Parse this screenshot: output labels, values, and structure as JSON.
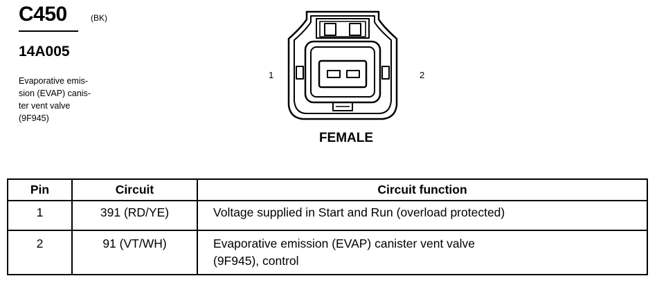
{
  "connector": {
    "id": "C450",
    "color_code": "(BK)",
    "part_number": "14A005",
    "description_lines": [
      "Evaporative emis-",
      "sion (EVAP) canis-",
      "ter vent valve",
      "(9F945)"
    ],
    "pin_left_label": "1",
    "pin_right_label": "2",
    "gender": "FEMALE"
  },
  "table": {
    "headers": [
      "Pin",
      "Circuit",
      "Circuit function"
    ],
    "rows": [
      {
        "pin": "1",
        "circuit": "391 (RD/YE)",
        "function_lines": [
          "Voltage supplied in Start and Run (overload protected)"
        ]
      },
      {
        "pin": "2",
        "circuit": "91 (VT/WH)",
        "function_lines": [
          "Evaporative emission (EVAP) canister vent valve",
          "(9F945), control"
        ]
      }
    ]
  }
}
